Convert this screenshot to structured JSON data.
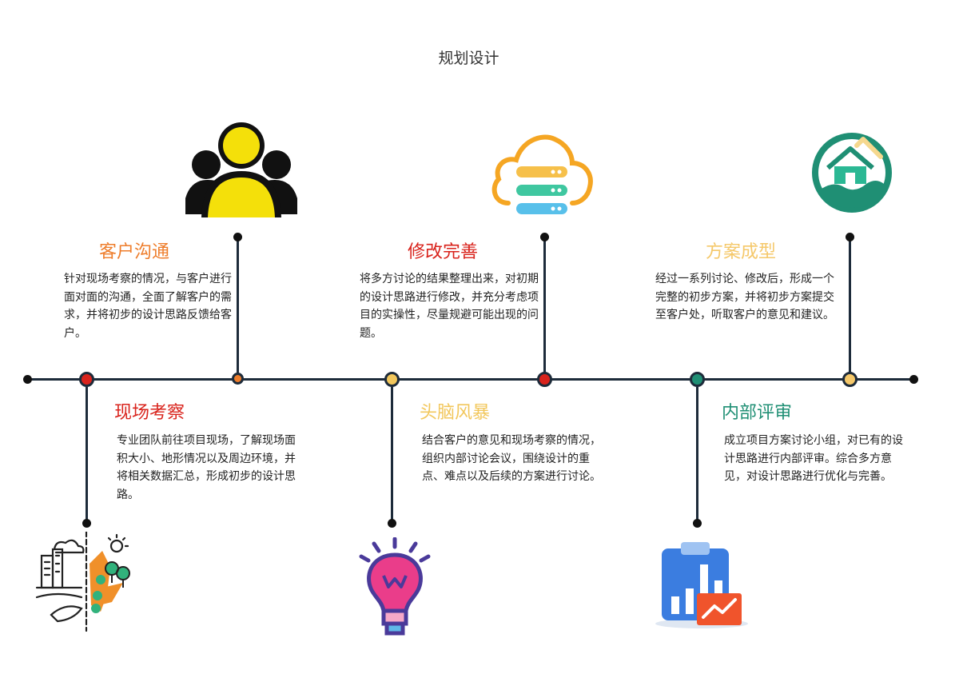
{
  "title": "规划设计",
  "stages": [
    {
      "id": "s1",
      "heading": "现场考察",
      "color": "#d9231c",
      "desc": "专业团队前往项目现场，了解现场面积大小、地形情况以及周边环境，并将相关数据汇总，形成初步的设计思路。",
      "icon": "city-landscape-icon"
    },
    {
      "id": "s2",
      "heading": "客户沟通",
      "color": "#ee7d2b",
      "desc": "针对现场考察的情况，与客户进行面对面的沟通，全面了解客户的需求，并将初步的设计思路反馈给客户。",
      "icon": "people-group-icon"
    },
    {
      "id": "s3",
      "heading": "头脑风暴",
      "color": "#f2c75c",
      "desc": "结合客户的意见和现场考察的情况，组织内部讨论会议，围绕设计的重点、难点以及后续的方案进行讨论。",
      "icon": "lightbulb-icon"
    },
    {
      "id": "s4",
      "heading": "修改完善",
      "color": "#d9231c",
      "desc": "将多方讨论的结果整理出来，对初期的设计思路进行修改，并充分考虑项目的实操性，尽量规避可能出现的问题。",
      "icon": "cloud-server-icon"
    },
    {
      "id": "s5",
      "heading": "内部评审",
      "color": "#1f8f74",
      "desc": "成立项目方案讨论小组，对已有的设计思路进行内部评审。综合多方意见，对设计思路进行优化与完善。",
      "icon": "bar-chart-clipboard-icon"
    },
    {
      "id": "s6",
      "heading": "方案成型",
      "color": "#f5c86a",
      "desc": "经过一系列讨论、修改后，形成一个完整的初步方案，并将初步方案提交至客户处，听取客户的意见和建议。",
      "icon": "house-icon"
    }
  ]
}
